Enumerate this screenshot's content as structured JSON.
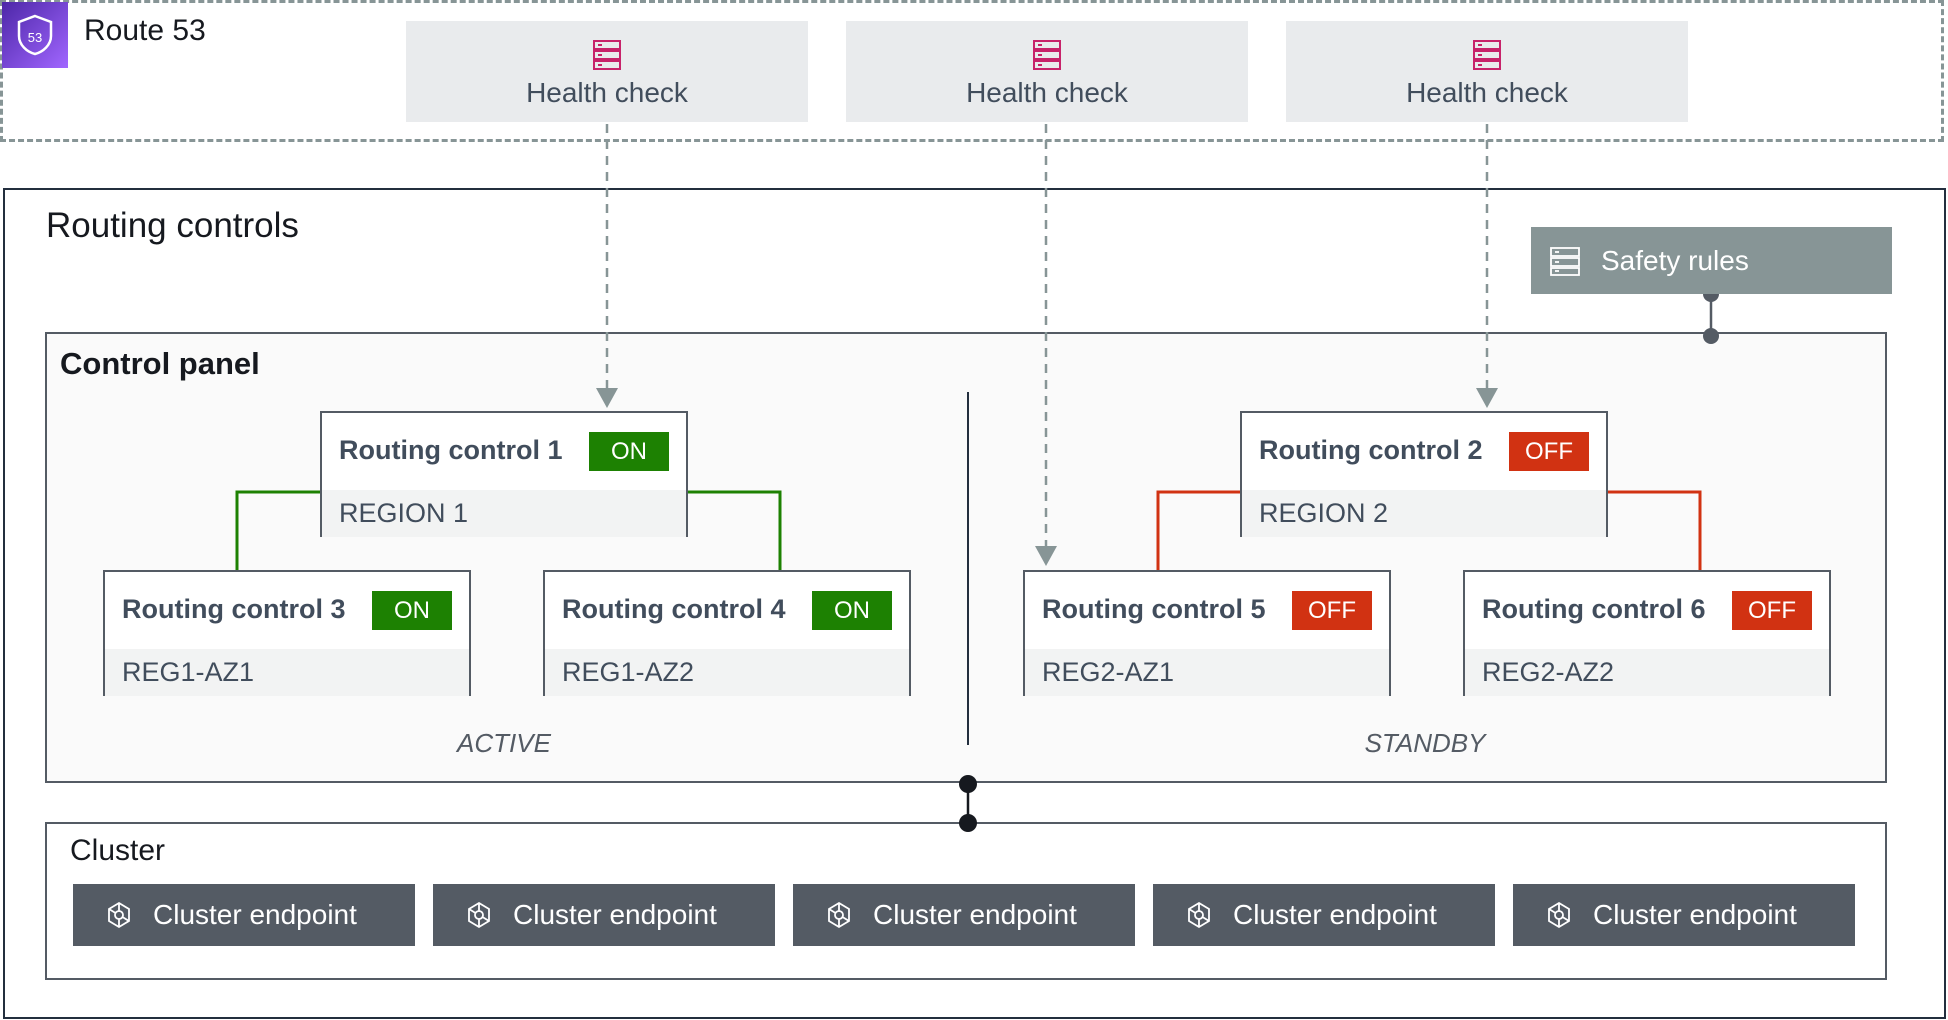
{
  "route53": {
    "title": "Route 53",
    "logo_text": "53",
    "health_checks": [
      "Health check",
      "Health check",
      "Health check"
    ]
  },
  "routing_controls": {
    "title": "Routing controls",
    "safety_rules": "Safety rules"
  },
  "control_panel": {
    "title": "Control panel",
    "active_label": "ACTIVE",
    "standby_label": "STANDBY",
    "controls": [
      {
        "name": "Routing control 1",
        "state": "ON",
        "region": "REGION 1"
      },
      {
        "name": "Routing control 2",
        "state": "OFF",
        "region": "REGION 2"
      },
      {
        "name": "Routing control 3",
        "state": "ON",
        "region": "REG1-AZ1"
      },
      {
        "name": "Routing control 4",
        "state": "ON",
        "region": "REG1-AZ2"
      },
      {
        "name": "Routing control 5",
        "state": "OFF",
        "region": "REG2-AZ1"
      },
      {
        "name": "Routing control 6",
        "state": "OFF",
        "region": "REG2-AZ2"
      }
    ]
  },
  "cluster": {
    "title": "Cluster",
    "endpoints": [
      "Cluster endpoint",
      "Cluster endpoint",
      "Cluster endpoint",
      "Cluster endpoint",
      "Cluster endpoint"
    ]
  },
  "colors": {
    "on": "#1d8102",
    "off": "#d13212",
    "route53_purple": "#8c4fff",
    "health_check_icon": "#c7226a",
    "connector_gray": "#879596"
  }
}
